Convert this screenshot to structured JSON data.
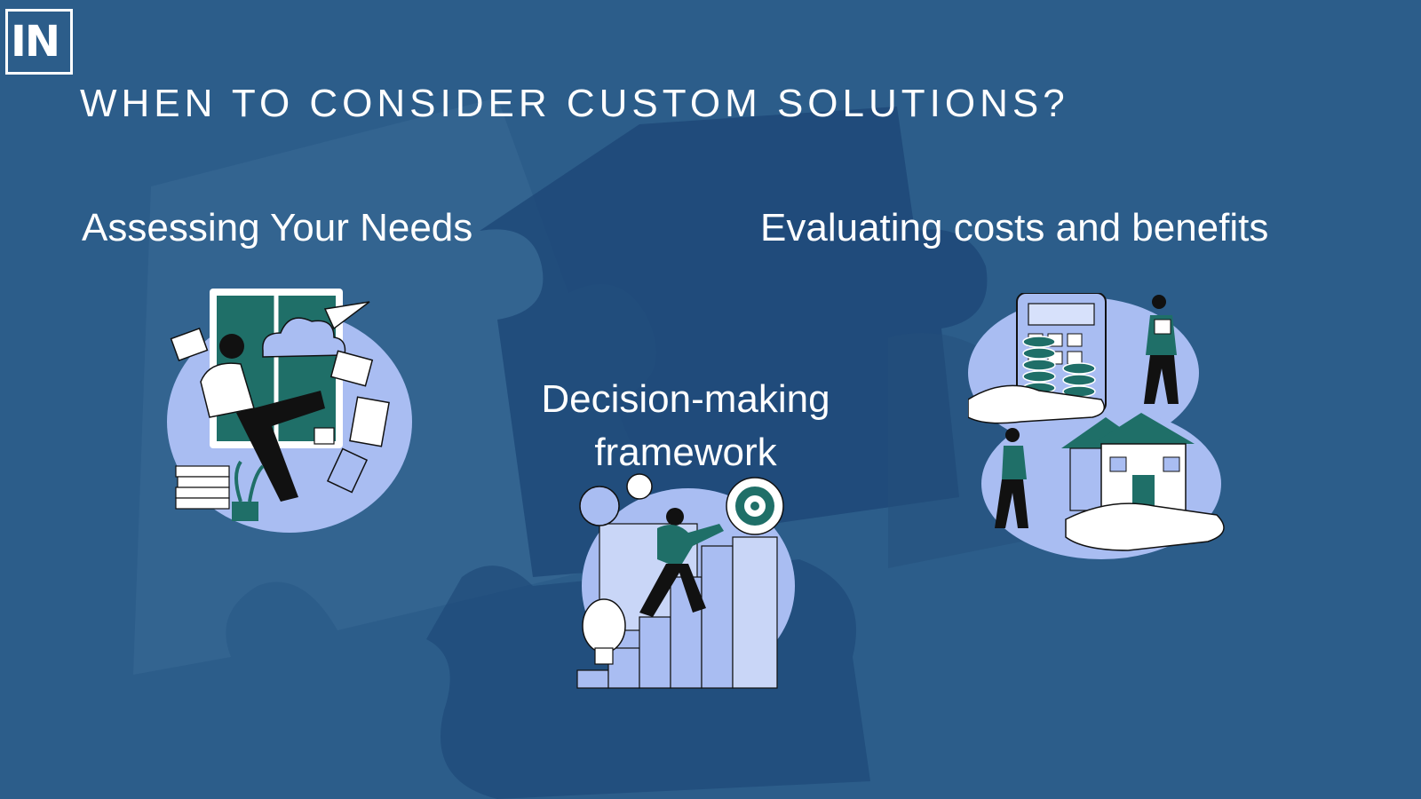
{
  "logo": {
    "text": "IN"
  },
  "title": "WHEN TO CONSIDER CUSTOM SOLUTIONS?",
  "sections": [
    {
      "heading": "Assessing Your Needs",
      "illustration": "person-working-laptop-illustration"
    },
    {
      "heading": "Evaluating costs and benefits",
      "illustration": "calculator-house-coins-illustration"
    },
    {
      "heading": "Decision-making framework",
      "illustration": "person-climbing-bar-chart-target-illustration"
    }
  ],
  "colors": {
    "background": "#2a5a86",
    "puzzle_dark": "#1d4a7a",
    "illustration_light": "#a9bdf2",
    "illustration_teal": "#1f6f68",
    "text": "#ffffff"
  }
}
